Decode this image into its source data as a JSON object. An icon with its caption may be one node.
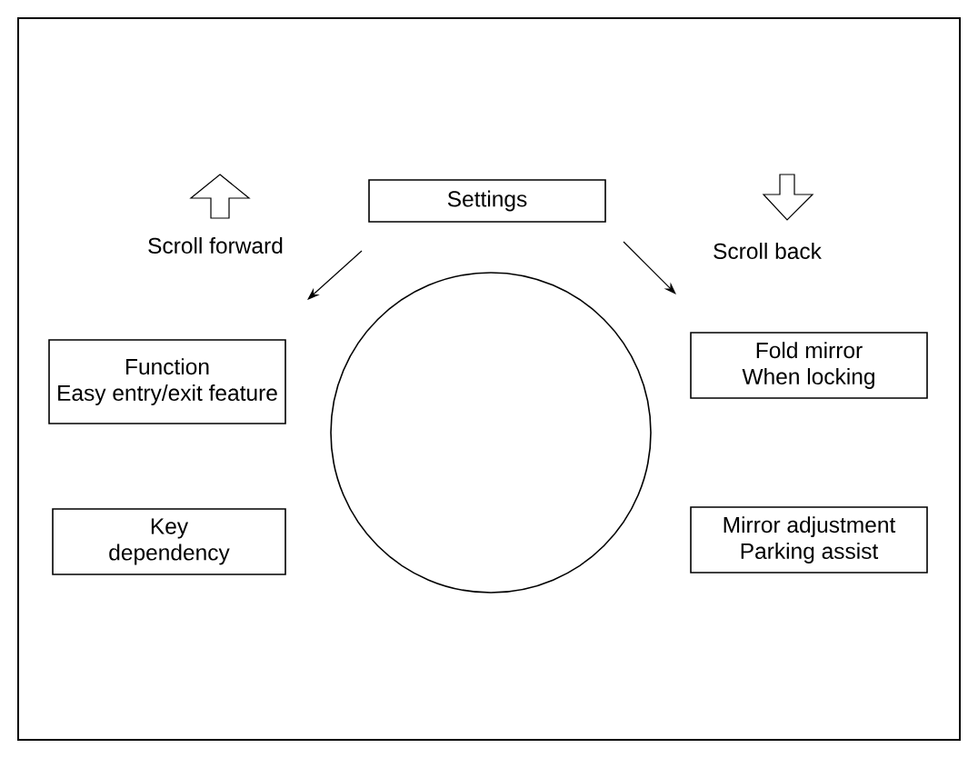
{
  "diagram": {
    "nodes": [
      {
        "text": [
          "Settings"
        ]
      },
      {
        "text": [
          "Function",
          "Easy entry/exit feature"
        ]
      },
      {
        "text": [
          "Fold mirror",
          "When locking"
        ]
      },
      {
        "text": [
          "Key dependency"
        ]
      },
      {
        "text": [
          "Mirror adjustment",
          "Parking assist"
        ]
      },
      {
        "text": [],
        "shape": "circle"
      }
    ],
    "labels": [
      "Scroll forward",
      "Scroll back"
    ]
  }
}
